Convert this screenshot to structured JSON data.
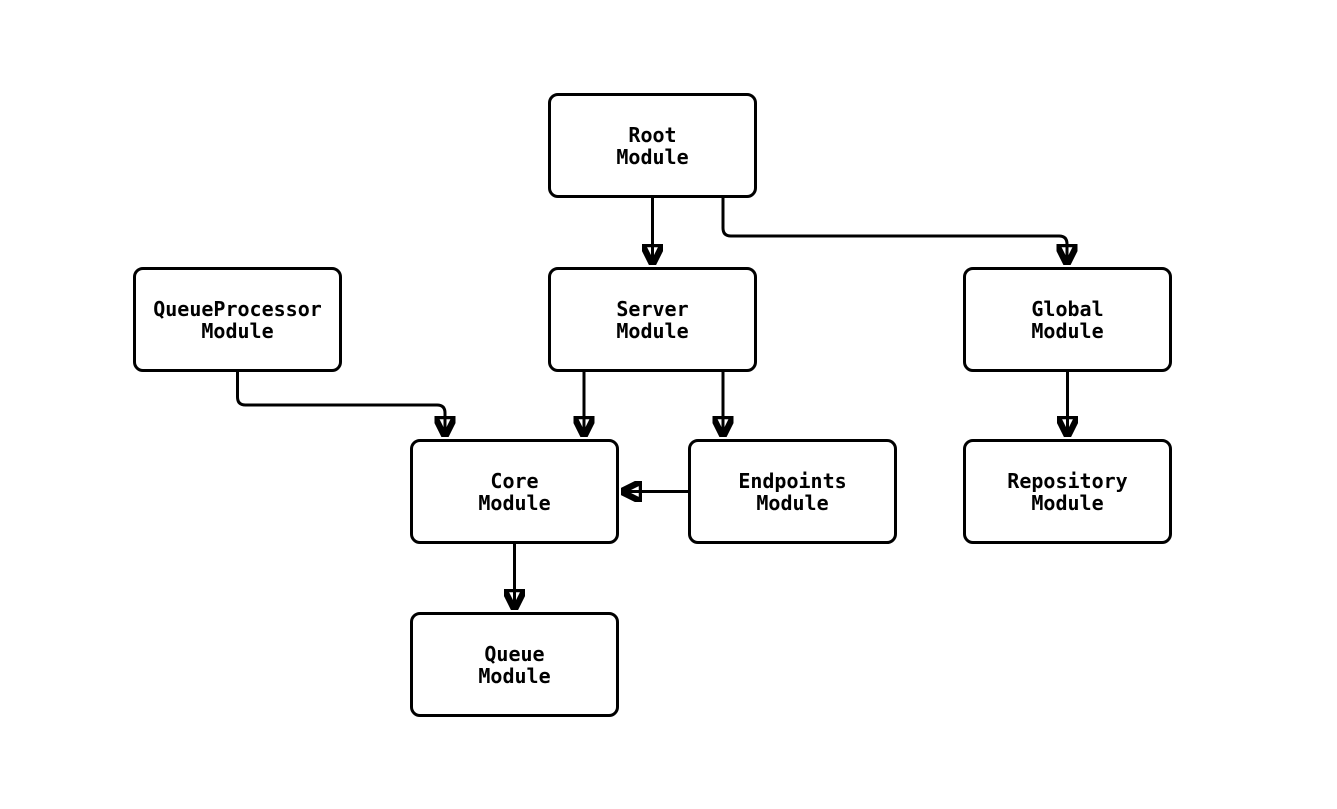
{
  "diagram": {
    "type": "module-dependency-flowchart",
    "nodes": {
      "root": {
        "label": "Root\nModule"
      },
      "queueprocessor": {
        "label": "QueueProcessor\nModule"
      },
      "server": {
        "label": "Server\nModule"
      },
      "global": {
        "label": "Global\nModule"
      },
      "core": {
        "label": "Core\nModule"
      },
      "endpoints": {
        "label": "Endpoints\nModule"
      },
      "repository": {
        "label": "Repository\nModule"
      },
      "queue": {
        "label": "Queue\nModule"
      }
    },
    "edges": [
      {
        "from": "Root Module",
        "to": "Server Module"
      },
      {
        "from": "Root Module",
        "to": "Global Module"
      },
      {
        "from": "QueueProcessor Module",
        "to": "Core Module"
      },
      {
        "from": "Server Module",
        "to": "Core Module"
      },
      {
        "from": "Server Module",
        "to": "Endpoints Module"
      },
      {
        "from": "Endpoints Module",
        "to": "Core Module"
      },
      {
        "from": "Global Module",
        "to": "Repository Module"
      },
      {
        "from": "Core Module",
        "to": "Queue Module"
      }
    ],
    "colors": {
      "background": "#ffffff",
      "node_fill": "#ffffff",
      "node_border": "#000000",
      "edge": "#000000",
      "text": "#000000"
    }
  }
}
